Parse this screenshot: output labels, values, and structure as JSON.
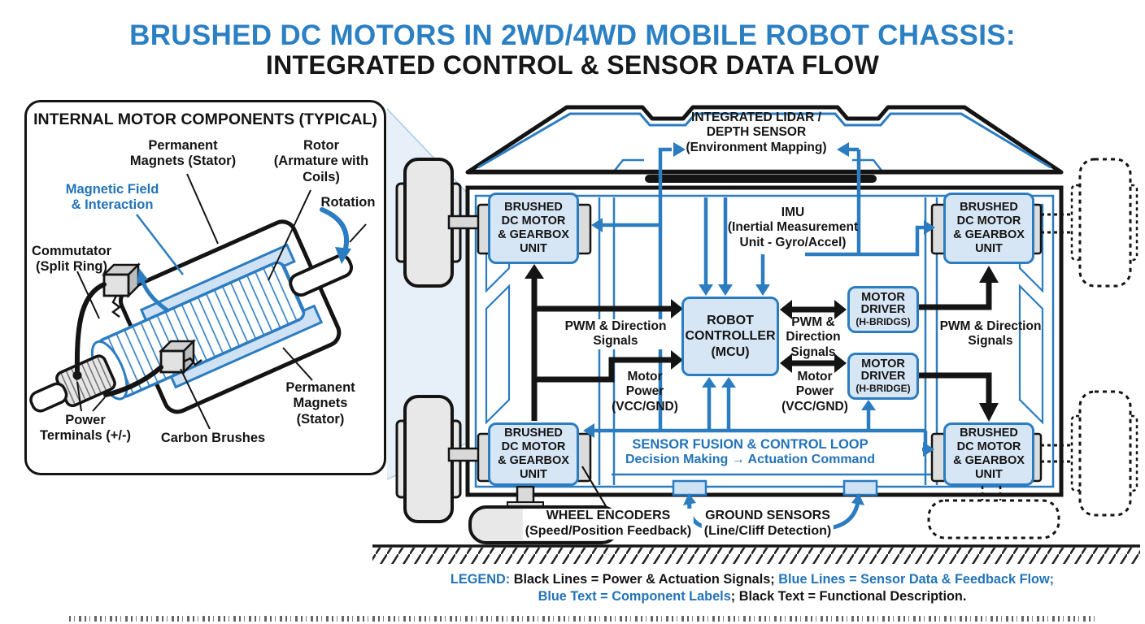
{
  "title": {
    "line1": "BRUSHED DC MOTORS IN 2WD/4WD MOBILE ROBOT CHASSIS:",
    "line2": "INTEGRATED CONTROL & SENSOR DATA FLOW"
  },
  "colors": {
    "accent_blue": "#2b7cc0",
    "text_blue": "#2273b8",
    "box_fill": "#d7e6f5",
    "black": "#141414"
  },
  "inset": {
    "title": "INTERNAL MOTOR COMPONENTS (TYPICAL)",
    "labels": {
      "permanent_magnets_top": "Permanent\nMagnets (Stator)",
      "rotor": "Rotor\n(Armature with\nCoils)",
      "rotation": "Rotation",
      "magnetic_field": "Magnetic Field\n& Interaction",
      "commutator": "Commutator\n(Split Ring)",
      "power_terminals": "Power\nTerminals (+/-)",
      "carbon_brushes": "Carbon Brushes",
      "permanent_magnets_bottom": "Permanent\nMagnets\n(Stator)"
    }
  },
  "chassis": {
    "lidar": "INTEGRATED LIDAR /\nDEPTH SENSOR\n(Environment Mapping)",
    "imu": "IMU\n(Inertial Measurement\nUnit - Gyro/Accel)",
    "motor_units": [
      {
        "label": "BRUSHED\nDC MOTOR\n& GEARBOX\nUNIT"
      },
      {
        "label": "BRUSHED\nDC MOTOR\n& GEARBOX\nUNIT"
      },
      {
        "label": "BRUSHED\nDC MOTOR\n& GEARBOX\nUNIT"
      },
      {
        "label": "BRUSHED\nDC MOTOR\n& GEARBOX\nUNIT"
      }
    ],
    "controller": "ROBOT\nCONTROLLER\n(MCU)",
    "driver_top": {
      "name": "MOTOR\nDRIVER",
      "sub": "(H-BRIDGS)"
    },
    "driver_bottom": {
      "name": "MOTOR\nDRIVER",
      "sub": "(H-BRIDGE)"
    },
    "pwm_left": "PWM & Direction\nSignals",
    "pwm_mid": "PWM &\nDirection\nSignals",
    "pwm_right": "PWM & Direction\nSignals",
    "motor_power_left": "Motor\nPower\n(VCC/GND)",
    "motor_power_mid": "Motor\nPower\n(VCC/GND)",
    "sensor_fusion_line1": "SENSOR FUSION & CONTROL LOOP",
    "sensor_fusion_line2": "Decision Making → Actuation Command",
    "wheel_encoders": "WHEEL ENCODERS\n(Speed/Position Feedback)",
    "ground_sensors": "GROUND SENSORS\n(Line/Cliff Detection)"
  },
  "legend": {
    "label": "LEGEND:",
    "seg_black_lines": "Black Lines = Power & Actuation Signals;",
    "seg_blue_lines": "Blue Lines = Sensor Data & Feedback Flow;",
    "seg_blue_text": "Blue Text = Component Labels",
    "seg_black_text": "; Black Text = Functional Description."
  }
}
